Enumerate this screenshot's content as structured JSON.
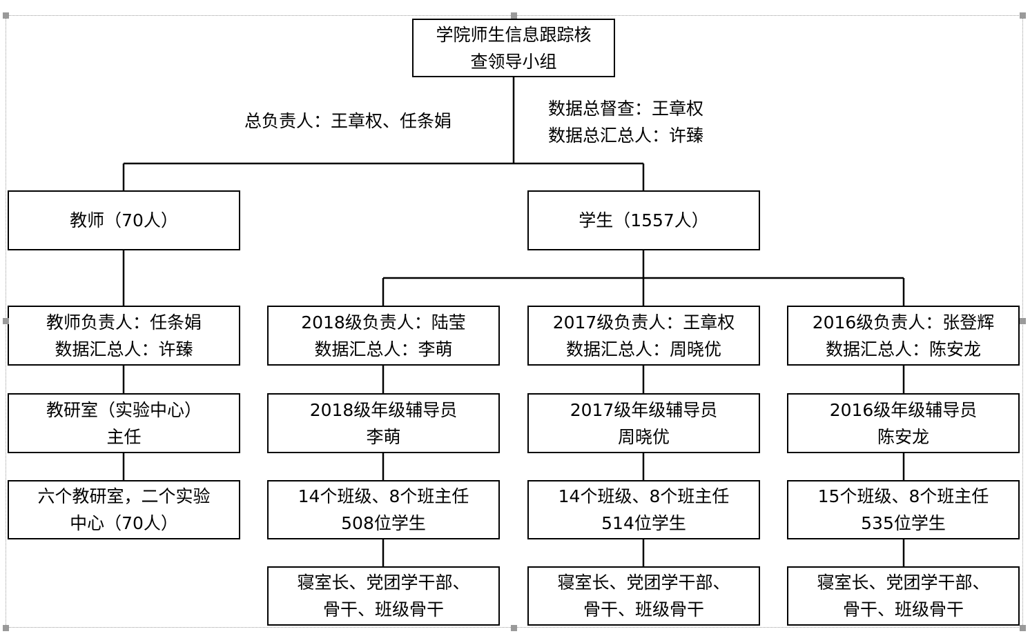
{
  "top": {
    "line1": "学院师生信息跟踪核",
    "line2": "查领导小组"
  },
  "labels": {
    "general": "总负责人：王章权、任条娟",
    "supervisor": "数据总督查：王章权",
    "aggregator": "数据总汇总人：许臻"
  },
  "teacher": {
    "title": "教师（70人）",
    "lead_line1": "教师负责人：任条娟",
    "lead_line2": "数据汇总人：许臻",
    "dept_line1": "教研室（实验中心）",
    "dept_line2": "主任",
    "units_line1": "六个教研室，二个实验",
    "units_line2": "中心（70人）"
  },
  "student": {
    "title": "学生（1557人）"
  },
  "grades": [
    {
      "lead_line1": "2018级负责人：陆莹",
      "lead_line2": "数据汇总人：李萌",
      "coach_line1": "2018级年级辅导员",
      "coach_line2": "李萌",
      "classes_line1": "14个班级、8个班主任",
      "classes_line2": "508位学生",
      "cadre_line1": "寝室长、党团学干部、",
      "cadre_line2": "骨干、班级骨干"
    },
    {
      "lead_line1": "2017级负责人：王章权",
      "lead_line2": "数据汇总人：周晓优",
      "coach_line1": "2017级年级辅导员",
      "coach_line2": "周晓优",
      "classes_line1": "14个班级、8个班主任",
      "classes_line2": "514位学生",
      "cadre_line1": "寝室长、党团学干部、",
      "cadre_line2": "骨干、班级骨干"
    },
    {
      "lead_line1": "2016级负责人：张登辉",
      "lead_line2": "数据汇总人：陈安龙",
      "coach_line1": "2016级年级辅导员",
      "coach_line2": "陈安龙",
      "classes_line1": "15个班级、8个班主任",
      "classes_line2": "535位学生",
      "cadre_line1": "寝室长、党团学干部、",
      "cadre_line2": "骨干、班级骨干"
    }
  ]
}
